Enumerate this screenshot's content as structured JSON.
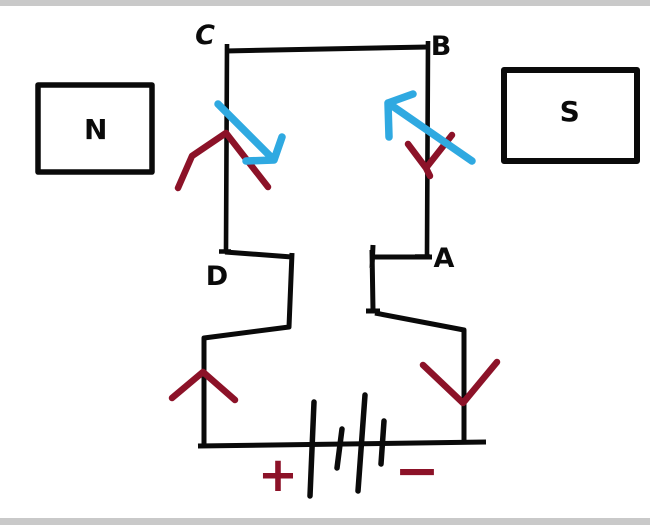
{
  "labels": {
    "magnet_left": "N",
    "magnet_right": "S",
    "corner_top_left": "C",
    "corner_top_right": "B",
    "corner_bottom_left": "D",
    "corner_bottom_right": "A",
    "battery_positive": "+",
    "battery_negative": "−"
  },
  "colors": {
    "background": "#ffffff",
    "frame_bar": "#c9c9c9",
    "ink": "#0a0a0a",
    "current_arrow_red": "#8c1228",
    "force_arrow_blue": "#2fa9e1"
  }
}
